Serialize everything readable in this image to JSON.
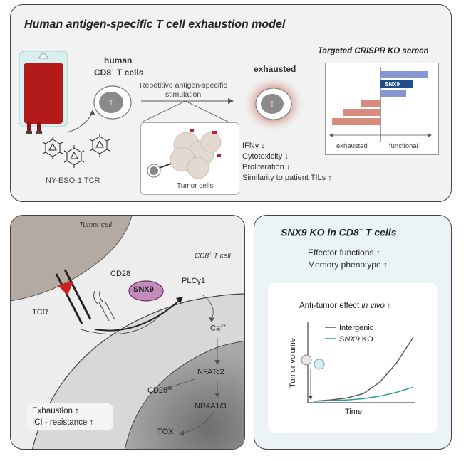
{
  "top_panel": {
    "title": "Human antigen-specific T cell exhaustion model",
    "human_label": "human",
    "cd8_label": "CD8",
    "cd8_sup": "+",
    "tcells_label": " T cells",
    "t_cell_letter": "T",
    "tcr_label": "NY-ESO-1 TCR",
    "stimulation_line1": "Repetitive antigen-specific",
    "stimulation_line2": "stimulation",
    "tumor_cells_label": "Tumor cells",
    "exhausted_label": "exhausted",
    "effects": [
      {
        "text": "IFNγ",
        "arrow": "↓"
      },
      {
        "text": "Cytotoxicity",
        "arrow": "↓"
      },
      {
        "text": "Proliferation",
        "arrow": "↓"
      },
      {
        "text": "Similarity to patient TILs",
        "arrow": "↑"
      }
    ],
    "screen": {
      "title": "Targeted CRISPR KO screen",
      "snx9_label": "SNX9",
      "exhausted_axis": "exhausted",
      "functional_axis": "functional"
    }
  },
  "bottom_left": {
    "tumor_cell_label": "Tumor cell",
    "cd8_cell_label": "CD8",
    "cd8_cell_sup": "+",
    "cd8_cell_suffix": " T cell",
    "cd28_label": "CD28",
    "tcr_label": "TCR",
    "snx9_label": "SNX9",
    "plc_label": "PLCγ1",
    "ca_label": "Ca",
    "ca_sup": "2+",
    "nfat_label": "NFATc2",
    "cd25_label": "CD25",
    "nr4a_label": "NR4A1/3",
    "tox_label": "TOX",
    "legend_line1": "Exhaustion",
    "legend_line2": "ICI - resistance",
    "up_arrow": "↑"
  },
  "bottom_right": {
    "title": "SNX9 KO in CD8",
    "title_sup": "+",
    "title_suffix": " T cells",
    "effector_label": "Effector functions",
    "memory_label": "Memory phenotype",
    "up_arrow": "↑",
    "antitumor_prefix": "Anti-tumor effect ",
    "antitumor_italic": "in vivo",
    "ylabel": "Tumor volume",
    "xlabel": "Time",
    "legend_intergenic": "Intergenic",
    "legend_snx9": "SNX9",
    "legend_ko": " KO",
    "colors": {
      "intergenic": "#555555",
      "snx9ko": "#2a9d8f"
    }
  },
  "chart_data": {
    "type": "line",
    "xlabel": "Time",
    "ylabel": "Tumor volume",
    "series": [
      {
        "name": "Intergenic",
        "values": [
          0,
          0.02,
          0.05,
          0.12,
          0.3,
          0.6,
          1.0
        ]
      },
      {
        "name": "SNX9 KO",
        "values": [
          0,
          0.01,
          0.02,
          0.04,
          0.08,
          0.14,
          0.22
        ]
      }
    ],
    "x": [
      0,
      1,
      2,
      3,
      4,
      5,
      6
    ],
    "grid": false,
    "legend": "top-right"
  }
}
